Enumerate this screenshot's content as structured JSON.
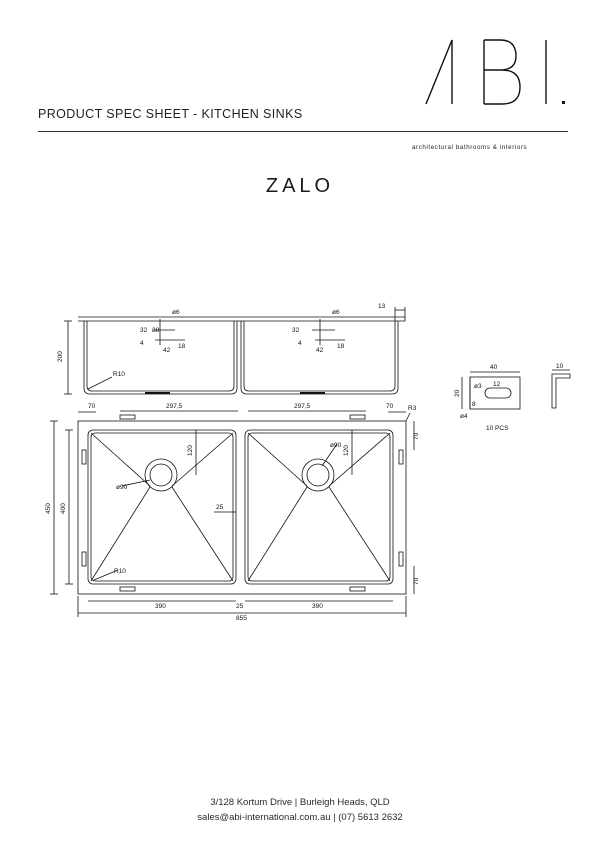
{
  "brand": {
    "logo_text": "ABI.",
    "tagline": "architectural bathrooms & interiors"
  },
  "header": {
    "spec_title": "PRODUCT SPEC SHEET - KITCHEN SINKS"
  },
  "product": {
    "name": "ZALO"
  },
  "drawing": {
    "side_view": {
      "height": "200",
      "radius": "R10",
      "lip": "13",
      "hole_dia": "ø6",
      "dims_small": [
        "32",
        "4",
        "42",
        "18",
        "38"
      ]
    },
    "plan_view": {
      "bowl_width_top": "297,5",
      "edge_left": "70",
      "edge_right": "70",
      "corner_radius": "R3",
      "waste_dia": "ø90",
      "waste_offset": "120",
      "divider_offset": "25",
      "overall_height": "450",
      "bowl_height": "400",
      "inner_radius": "R10",
      "bowl_width": "390",
      "divider": "25",
      "overall_width": "855",
      "side_gap_top": "70",
      "side_gap_bottom": "70"
    },
    "clip_detail": {
      "width": "40",
      "depth": "10",
      "height": "20",
      "slot": "12",
      "hole_a": "ø3",
      "hole_b": "ø4",
      "small": "8",
      "quantity": "10 PCS"
    }
  },
  "footer": {
    "address": "3/128 Kortum Drive | Burleigh Heads, QLD",
    "contact": "sales@abi-international.com.au | (07) 5613 2632"
  }
}
